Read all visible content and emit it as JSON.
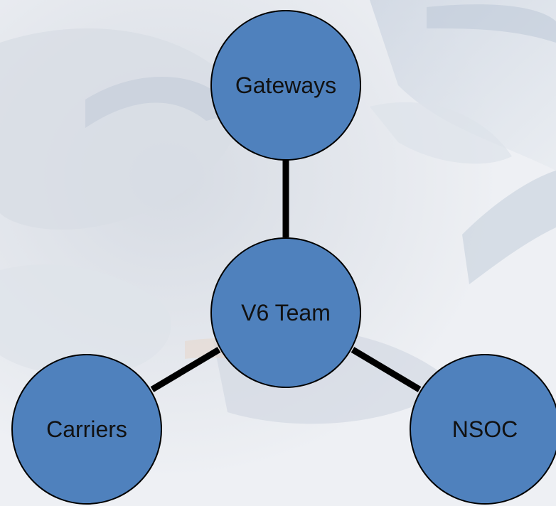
{
  "diagram": {
    "center": {
      "label": "V6 Team"
    },
    "nodes": [
      {
        "label": "Gateways"
      },
      {
        "label": "Carriers"
      },
      {
        "label": "NSOC"
      }
    ]
  },
  "colors": {
    "node_fill": "#4f81bd",
    "node_stroke": "#000000",
    "connector": "#000000",
    "background": "#eceff4"
  }
}
